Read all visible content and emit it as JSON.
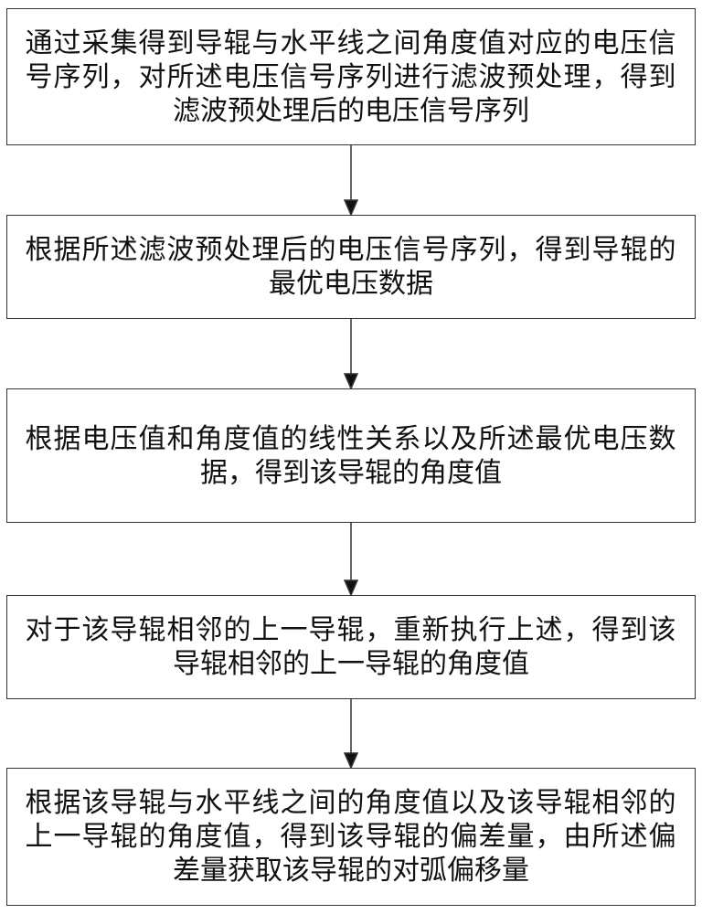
{
  "steps": [
    {
      "lines": [
        "通过采集得到导辊与水平线之间角度值对应的电压信",
        "号序列，对所述电压信号序列进行滤波预处理，得到",
        "滤波预处理后的电压信号序列"
      ]
    },
    {
      "lines": [
        "根据所述滤波预处理后的电压信号序列，得到导辊的",
        "最优电压数据"
      ]
    },
    {
      "lines": [
        "根据电压值和角度值的线性关系以及所述最优电压数",
        "据，得到该导辊的角度值"
      ]
    },
    {
      "lines": [
        "对于该导辊相邻的上一导辊，重新执行上述，得到该",
        "导辊相邻的上一导辊的角度值"
      ]
    },
    {
      "lines": [
        "根据该导辊与水平线之间的角度值以及该导辊相邻的",
        "上一导辊的角度值，得到该导辊的偏差量，由所述偏",
        "差量获取该导辊的对弧偏移量"
      ]
    }
  ]
}
